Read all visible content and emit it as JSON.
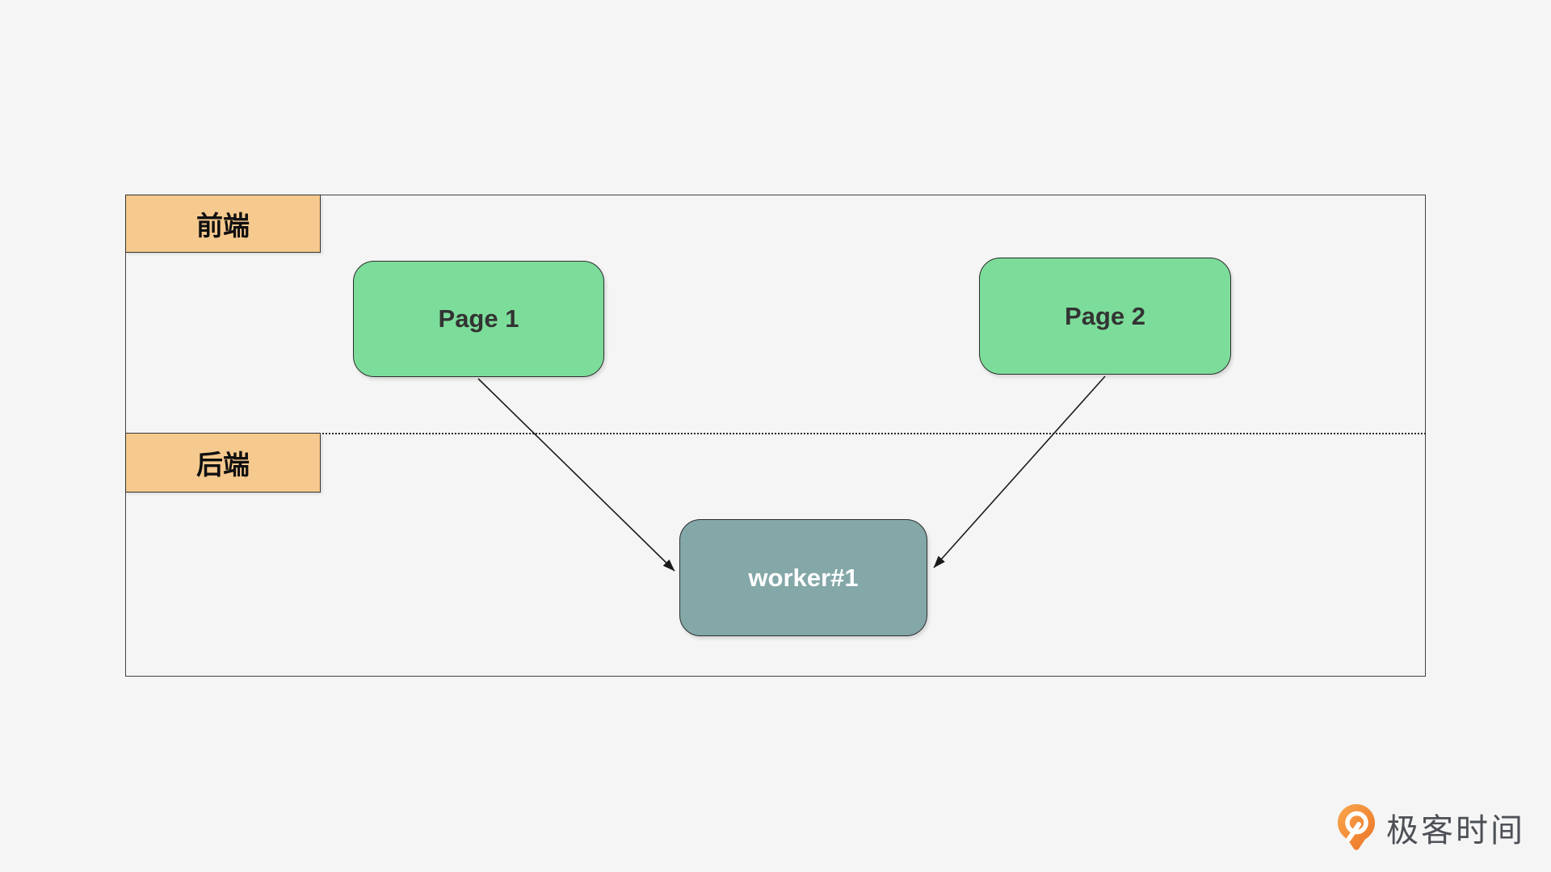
{
  "diagram": {
    "lanes": [
      {
        "id": "frontend",
        "label": "前端",
        "fill": "#f6c98e"
      },
      {
        "id": "backend",
        "label": "后端",
        "fill": "#f6c98e"
      }
    ],
    "nodes": [
      {
        "id": "page1",
        "label": "Page 1",
        "type": "page",
        "fill": "#7cdd9a"
      },
      {
        "id": "page2",
        "label": "Page 2",
        "type": "page",
        "fill": "#7cdd9a"
      },
      {
        "id": "worker1",
        "label": "worker#1",
        "type": "worker",
        "fill": "#84a7a8"
      }
    ],
    "edges": [
      {
        "from": "page1",
        "to": "worker1",
        "style": "arrow"
      },
      {
        "from": "page2",
        "to": "worker1",
        "style": "arrow"
      }
    ],
    "colors": {
      "background": "#f4f5f4",
      "frame_border": "#424242",
      "edge_stroke": "#1a1a1a",
      "node_text_dark": "#333333",
      "node_text_light": "#ffffff"
    }
  },
  "branding": {
    "logo_text": "极客时间",
    "logo_icon": "geektime-pin-icon",
    "logo_orange": "#ef8335",
    "logo_text_color": "#4d5056"
  }
}
